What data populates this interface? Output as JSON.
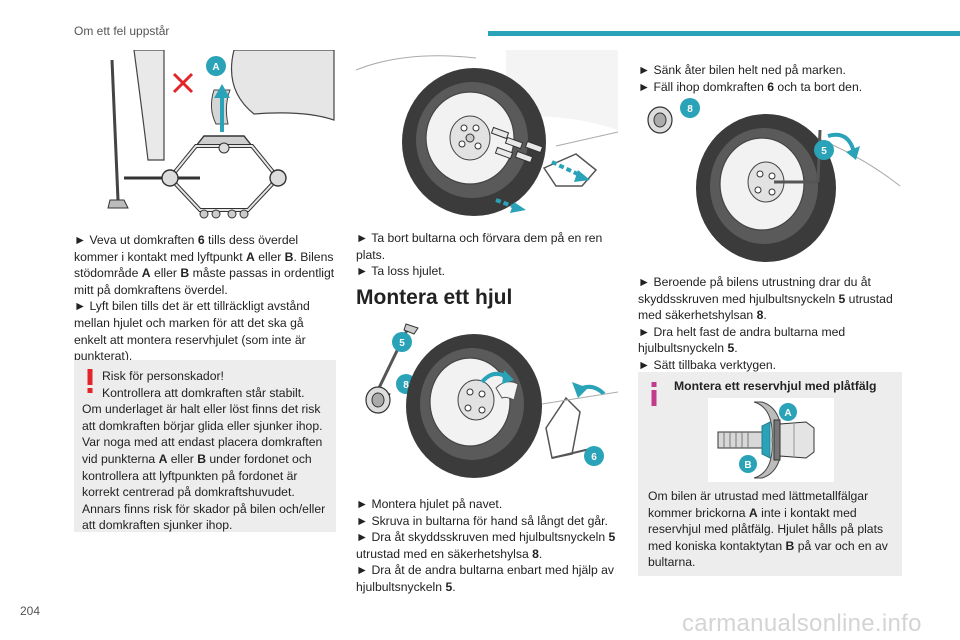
{
  "header": {
    "section": "Om ett fel uppstår"
  },
  "page_number": "204",
  "watermark": "carmanualsonline.info",
  "figure_labels": {
    "A": "A",
    "B": "B",
    "five": "5",
    "six": "6",
    "eight": "8"
  },
  "col1": {
    "p1": {
      "a": "► Veva ut domkraften ",
      "b1": "6",
      "c": " tills dess överdel kommer i kontakt med lyftpunkt ",
      "b2": "A",
      "d": " eller ",
      "b3": "B",
      "e": ". Bilens stödområde ",
      "b4": "A",
      "f": " eller ",
      "b5": "B",
      "g": " måste passas in ordentligt mitt på domkraftens överdel."
    },
    "p2": "► Lyft bilen tills det är ett tillräckligt avstånd mellan hjulet och marken för att det ska gå enkelt att montera reservhjulet (som inte är punkterat).",
    "warning": {
      "title": "Risk för personskador!",
      "line1": "Kontrollera att domkraften står stabilt.",
      "line2": "Om underlaget är halt eller löst finns det risk att domkraften börjar glida eller sjunker ihop.",
      "line3a": "Var noga med att endast placera domkraften vid punkterna ",
      "line3b1": "A",
      "line3c": " eller ",
      "line3b2": "B",
      "line3d": " under fordonet och kontrollera att lyftpunkten på fordonet är korrekt centrerad på domkraftshuvudet.",
      "line4": "Annars finns risk för skador på bilen och/eller att domkraften sjunker ihop."
    }
  },
  "col2": {
    "p1": "► Ta bort bultarna och förvara dem på en ren plats.",
    "p2": "► Ta loss hjulet.",
    "section_title": "Montera ett hjul",
    "p3": "► Montera hjulet på navet.",
    "p4": "► Skruva in bultarna för hand så långt det går.",
    "p5": {
      "a": "► Dra åt skyddsskruven med hjulbultsnyckeln ",
      "b1": "5",
      "c": " utrustad med en säkerhetshylsa ",
      "b2": "8",
      "d": "."
    },
    "p6": {
      "a": "► Dra åt de andra bultarna enbart med hjälp av hjulbultsnyckeln ",
      "b1": "5",
      "c": "."
    }
  },
  "col3": {
    "p1": "► Sänk åter bilen helt ned på marken.",
    "p2": {
      "a": "► Fäll ihop domkraften ",
      "b1": "6",
      "c": " och ta bort den."
    },
    "p3": {
      "a": "► Beroende på bilens utrustning drar du åt skyddsskruven med hjulbultsnyckeln ",
      "b1": "5",
      "c": " utrustad med säkerhetshylsan ",
      "b2": "8",
      "d": "."
    },
    "p4": {
      "a": "► Dra helt fast de andra bultarna med hjulbultsnyckeln ",
      "b1": "5",
      "c": "."
    },
    "p5": "► Sätt tillbaka verktygen.",
    "info": {
      "title": "Montera ett reservhjul med plåtfälg",
      "text_a": "Om bilen är utrustad med lättmetallfälgar kommer brickorna ",
      "text_b1": "A",
      "text_c": " inte i kontakt med reservhjul med plåtfälg. Hjulet hålls på plats med koniska kontaktytan ",
      "text_b2": "B",
      "text_d": " på var och en av bultarna."
    }
  },
  "colors": {
    "accent": "#2aa3b8",
    "warning": "#e0262b",
    "info": "#c23b8c",
    "box_bg": "#ededed"
  }
}
